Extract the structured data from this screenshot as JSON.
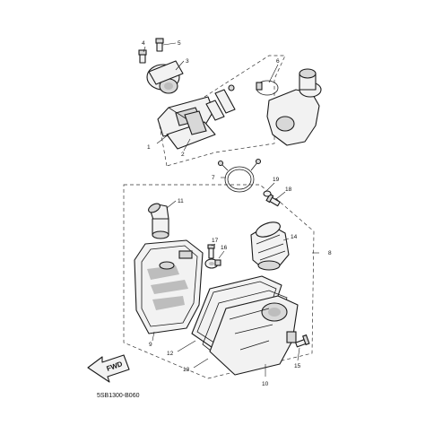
{
  "callouts": {
    "c1": "1",
    "c2": "2",
    "c3": "3",
    "c4": "4",
    "c5": "5",
    "c6": "6",
    "c7": "7",
    "c8": "8",
    "c9": "9",
    "c10": "10",
    "c11": "11",
    "c12": "12",
    "c13": "13",
    "c14": "14",
    "c15": "15",
    "c16": "16",
    "c17": "17",
    "c18": "18",
    "c19": "19"
  },
  "direction_arrow": "FWD",
  "diagram_code": "5SB1300-B060"
}
